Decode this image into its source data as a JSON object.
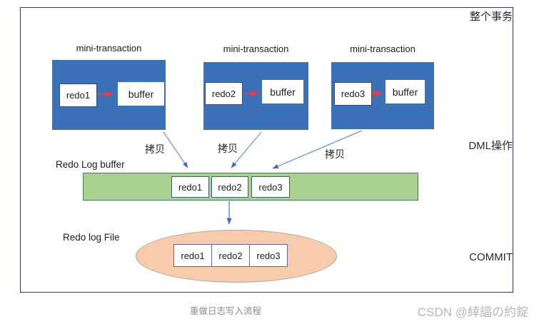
{
  "figure": {
    "region_labels": {
      "top_right": "整个事务",
      "middle_right": "DML操作",
      "bottom_right": "COMMIT"
    },
    "mini_transactions": [
      {
        "label": "mini-transaction",
        "redo_label": "redo1",
        "buffer_label": "buffer"
      },
      {
        "label": "mini-transaction",
        "redo_label": "redo2",
        "buffer_label": "buffer"
      },
      {
        "label": "mini-transaction",
        "redo_label": "redo3",
        "buffer_label": "buffer"
      }
    ],
    "copy_labels": [
      "拷贝",
      "拷贝",
      "拷贝"
    ],
    "redo_log_buffer": {
      "title": "Redo Log buffer",
      "cells": [
        "redo1",
        "redo2",
        "redo3"
      ]
    },
    "redo_log_file": {
      "title": "Redo log File",
      "cells": [
        "redo1",
        "redo2",
        "redo3"
      ]
    },
    "caption": "重做日志写入流程",
    "watermark": "CSDN @緈諨の約錠"
  },
  "colors": {
    "mini_box_fill": "#3b71b8",
    "buffer_bar_fill": "#a8d08e",
    "buffer_bar_border": "#4a7c59",
    "file_ellipse_fill": "#f8cbad",
    "file_ellipse_border": "#a6a6a6",
    "arrow_blue": "#3c6cc4",
    "arrow_blue_line": "#6f96dd",
    "arrow_red": "#ee3a40",
    "outer_border": "#2e3a64",
    "caption_gray": "#8c8c8c",
    "watermark_gray": "#b5b5bd"
  }
}
